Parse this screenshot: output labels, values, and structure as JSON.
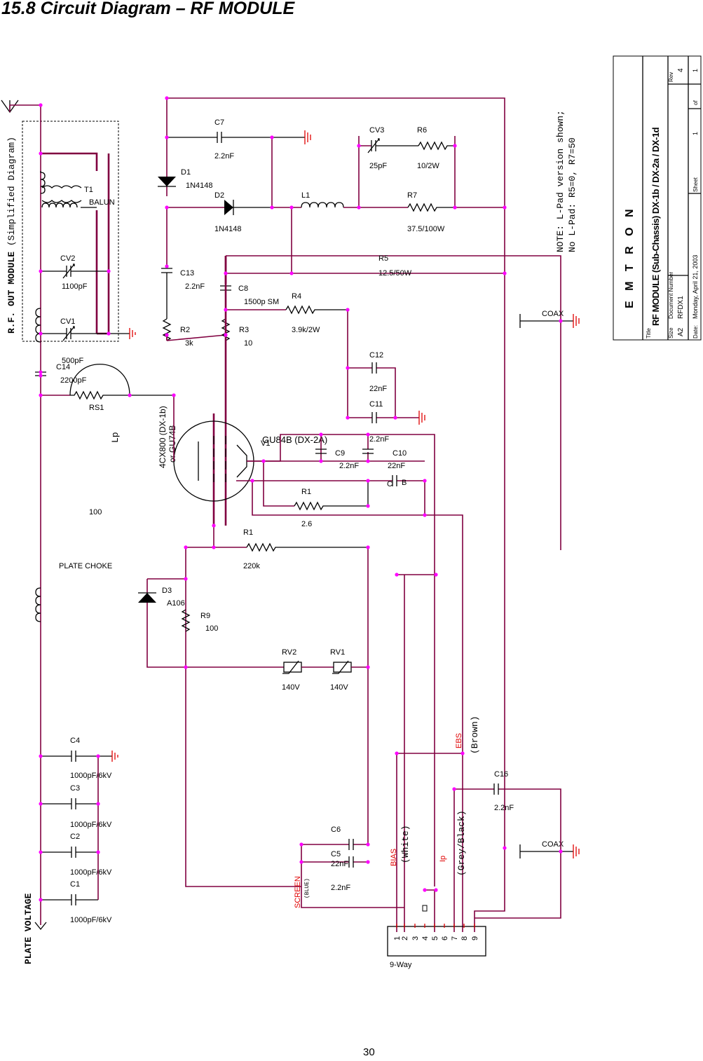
{
  "page": {
    "title": "15.8 Circuit Diagram – RF MODULE",
    "number": "30"
  },
  "labels": {
    "rf_out": "R.F. OUT MODULE",
    "simplified": "(Simplified Diagram)",
    "plate_voltage": "PLATE VOLTAGE",
    "note_line1": "NOTE: L-Pad version shown;",
    "note_line2": "No L-Pad: R5=0, R7=50",
    "tube_4cx": "4CX800 (DX-1b)",
    "tube_or": "or GU74B",
    "tube_gu84": "GU84B (DX-2A)",
    "lp": "Lp",
    "connector": "9-Way",
    "coax_top": "COAX",
    "coax_bottom": "COAX",
    "wire_ebs": "EBS",
    "wire_brown": "(Brown)",
    "wire_bias": "BIAS",
    "wire_white": "(White)",
    "wire_ip": "Ip",
    "wire_grey": "(Grey/Black)",
    "wire_screen": "SCREEN",
    "wire_blue": "(BLUE)",
    "pins": [
      "1",
      "2",
      "3",
      "4",
      "5",
      "6",
      "7",
      "8",
      "9"
    ]
  },
  "components": {
    "T1": {
      "ref": "T1",
      "value": "BALUN"
    },
    "CV2": {
      "ref": "CV2",
      "value": "1100pF"
    },
    "CV1": {
      "ref": "CV1",
      "value": "500pF"
    },
    "C14": {
      "ref": "C14",
      "value": "2200pF"
    },
    "RS1": {
      "ref": "RS1",
      "value": "100"
    },
    "L_plate": {
      "ref": "",
      "value": "PLATE CHOKE"
    },
    "C4": {
      "ref": "C4",
      "value": "1000pF/6kV"
    },
    "C3": {
      "ref": "C3",
      "value": "1000pF/6kV"
    },
    "C2": {
      "ref": "C2",
      "value": "1000pF/6kV"
    },
    "C1": {
      "ref": "C1",
      "value": "1000pF/6kV"
    },
    "C7": {
      "ref": "C7",
      "value": "2.2nF"
    },
    "D1": {
      "ref": "D1",
      "value": "1N4148"
    },
    "D2": {
      "ref": "D2",
      "value": "1N4148"
    },
    "C13": {
      "ref": "C13",
      "value": "2.2nF"
    },
    "R2": {
      "ref": "R2",
      "value": "3k"
    },
    "R3": {
      "ref": "R3",
      "value": "10"
    },
    "C8": {
      "ref": "C8",
      "value": "1500p SM"
    },
    "R4": {
      "ref": "R4",
      "value": "3.9k/2W"
    },
    "C12": {
      "ref": "C12",
      "value": "22nF"
    },
    "C11": {
      "ref": "C11",
      "value": "2.2nF"
    },
    "C9": {
      "ref": "C9",
      "value": "2.2nF"
    },
    "C10": {
      "ref": "C10",
      "value": "22nF"
    },
    "C_b": {
      "ref": "C",
      "value": "B"
    },
    "V1": {
      "ref": "V1",
      "value": ""
    },
    "R1a": {
      "ref": "R1",
      "value": "2.6"
    },
    "R1b": {
      "ref": "R1",
      "value": "220k"
    },
    "D3": {
      "ref": "D3",
      "value": "A106"
    },
    "R9": {
      "ref": "R9",
      "value": "100"
    },
    "RV2": {
      "ref": "RV2",
      "value": "140V"
    },
    "RV1": {
      "ref": "RV1",
      "value": "140V"
    },
    "CV3": {
      "ref": "CV3",
      "value": "25pF"
    },
    "R6": {
      "ref": "R6",
      "value": "10/2W"
    },
    "L1": {
      "ref": "L1",
      "value": ""
    },
    "R7": {
      "ref": "R7",
      "value": "37.5/100W"
    },
    "R5": {
      "ref": "R5",
      "value": "12.5/50W"
    },
    "C16": {
      "ref": "C16",
      "value": "2.2nF"
    },
    "C6": {
      "ref": "C6",
      "value": ""
    },
    "C5": {
      "ref": "C5",
      "value": "22nF"
    },
    "C5b": {
      "ref": "",
      "value": "2.2nF"
    }
  },
  "title_block": {
    "company": "E M T R O N",
    "title_label": "Title",
    "title": "RF MODULE (Sub-Chassis) DX-1b / DX-2a / DX-1d",
    "size_label": "Size",
    "size": "A2",
    "docnum_label": "Document Number",
    "docnum": "RFDX1",
    "rev_label": "Rev",
    "rev": "4",
    "date_label": "Date:",
    "date": "Monday, April 21, 2003",
    "sheet_label": "Sheet",
    "sheet": "1",
    "of_label": "of",
    "of": "1"
  }
}
